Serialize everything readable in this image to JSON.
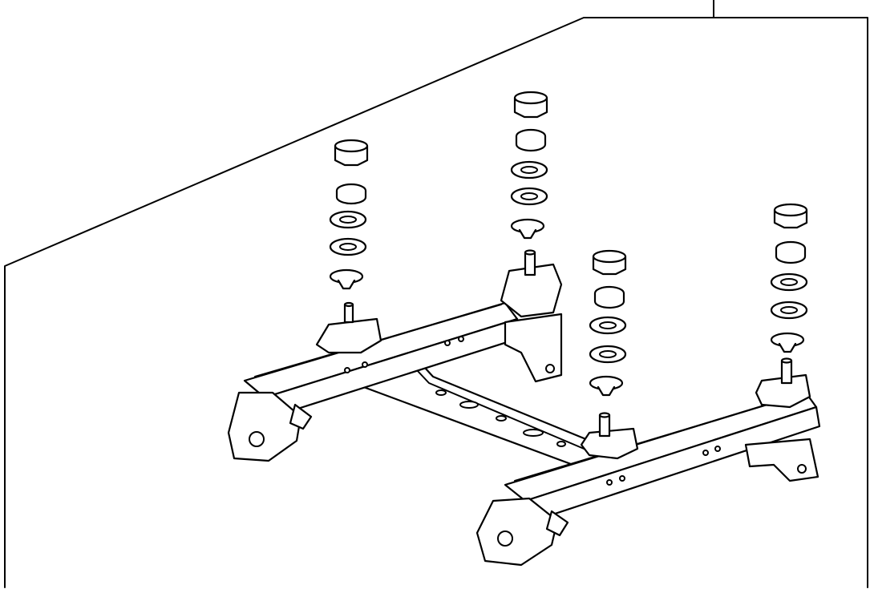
{
  "diagram": {
    "callout_panel": "parts-outline-panel",
    "components": [
      "seat-track-assembly",
      "left-track-rail",
      "right-track-rail",
      "cross-member",
      "mounting-studs",
      "fastener-stacks"
    ],
    "fastener_stack_items": [
      "nut",
      "cap",
      "washer",
      "washer",
      "grommet"
    ],
    "stroke_color": "#000000",
    "background_color": "#ffffff"
  }
}
